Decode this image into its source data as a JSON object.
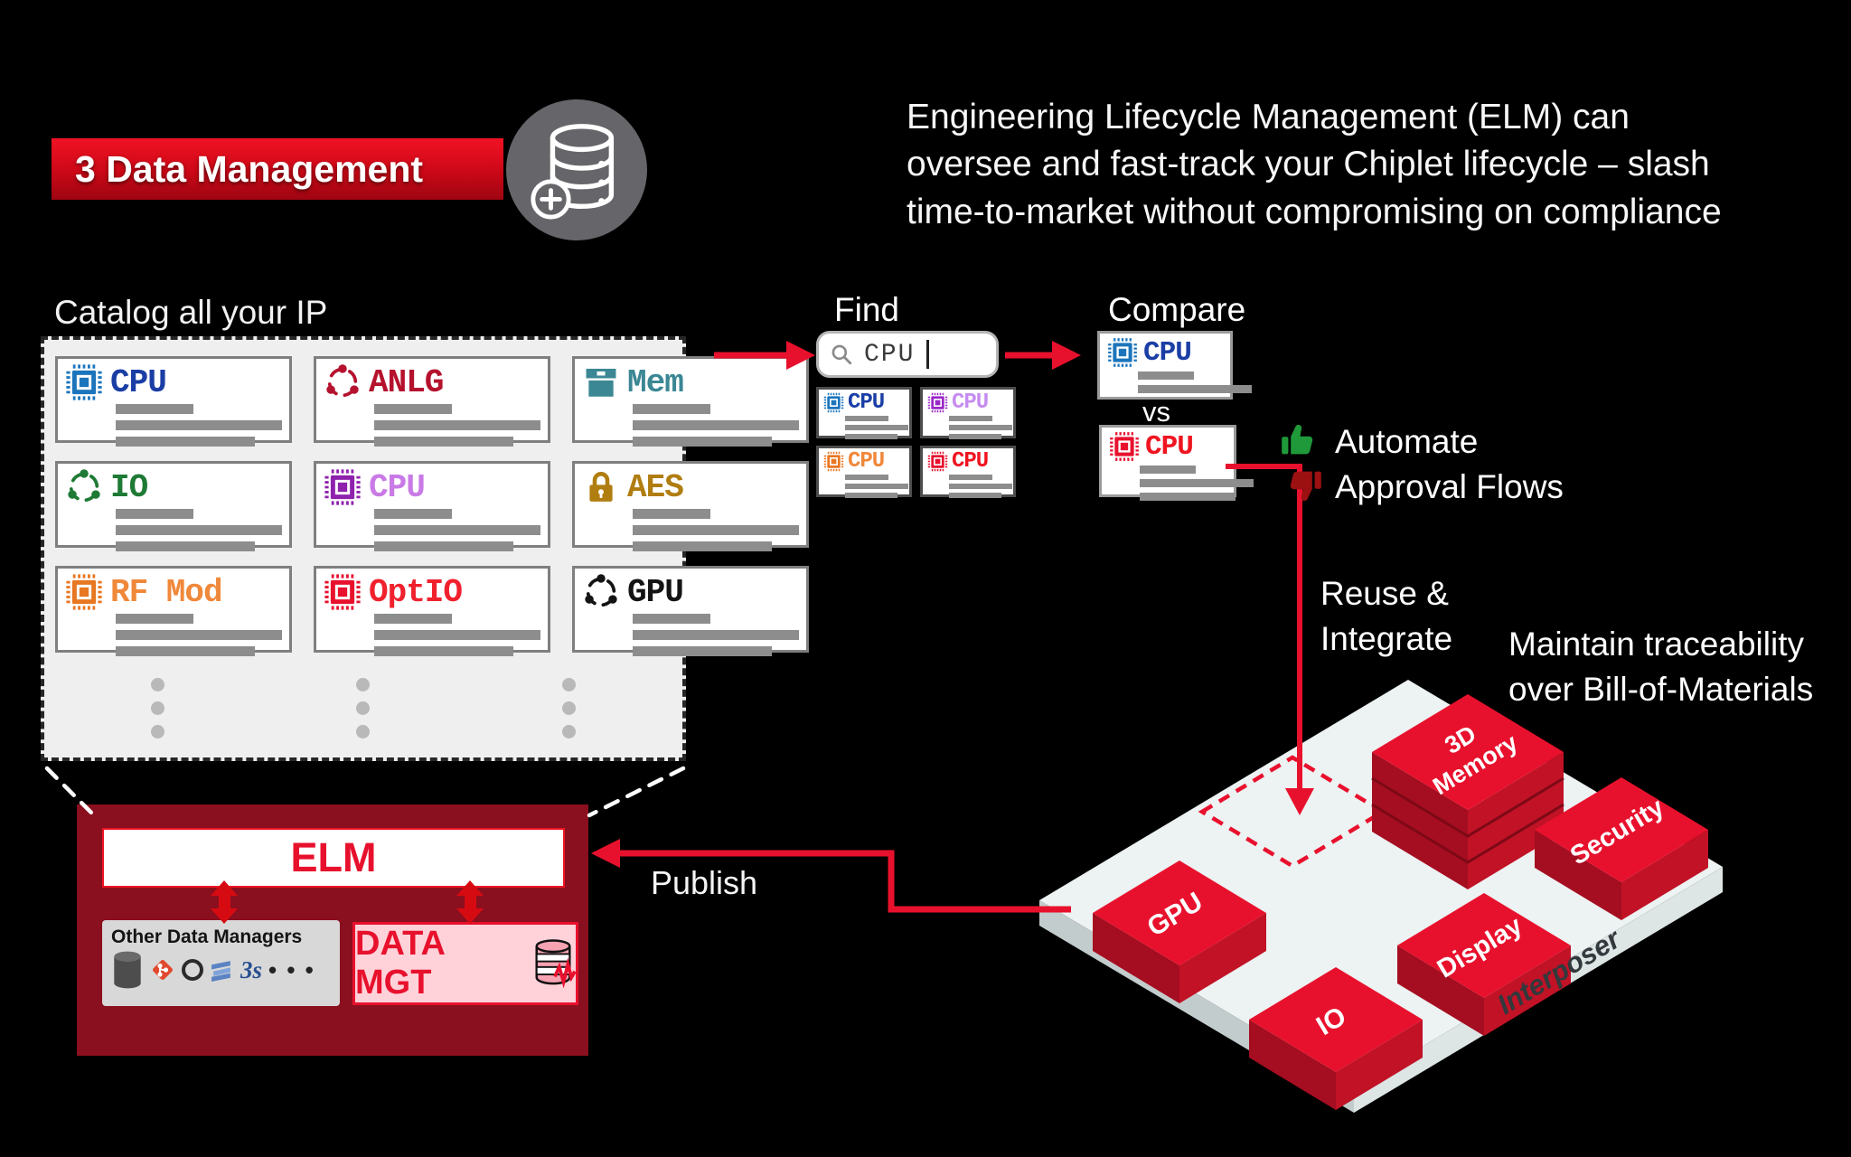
{
  "banner": {
    "label": "3 Data Management"
  },
  "intro": {
    "line1": "Engineering Lifecycle Management (ELM) can",
    "line2": "oversee and fast-track your Chiplet lifecycle – slash",
    "line3": "time-to-market without compromising on compliance"
  },
  "catalog": {
    "title": "Catalog all your IP",
    "cards": [
      {
        "label": "CPU",
        "icon": "chip-icon",
        "style": "--icon:#1c75bc;--label:#1a3ea5"
      },
      {
        "label": "ANLG",
        "icon": "share-icon",
        "style": "--icon:#b5122e;--label:#b5122e"
      },
      {
        "label": "Mem",
        "icon": "box-icon",
        "style": "--icon:#3b8794;--label:#3b8794"
      },
      {
        "label": "IO",
        "icon": "share-icon",
        "style": "--icon:#1e7a34;--label:#1e7a34"
      },
      {
        "label": "CPU",
        "icon": "chip-icon",
        "style": "--icon:#8e22ad;--label:#c97ae6"
      },
      {
        "label": "AES",
        "icon": "lock-icon",
        "style": "--icon:#b07d10;--label:#b07d10"
      },
      {
        "label": "RF Mod",
        "icon": "chip-icon",
        "style": "--icon:#e87722;--label:#f0883a"
      },
      {
        "label": "OptIO",
        "icon": "chip-icon",
        "style": "--icon:#e8112d;--label:#f0212d"
      },
      {
        "label": "GPU",
        "icon": "share-icon",
        "style": "--icon:#141414;--label:#141414"
      }
    ]
  },
  "find": {
    "title": "Find",
    "search_value": "CPU",
    "results": [
      {
        "label": "CPU",
        "style": "--icon:#1c75bc;--label:#1a3ea5"
      },
      {
        "label": "CPU",
        "style": "--icon:#9a27c7;--label:#c58cf0"
      },
      {
        "label": "CPU",
        "style": "--icon:#e87722;--label:#f0883a"
      },
      {
        "label": "CPU",
        "style": "--icon:#e8112d;--label:#ef1420"
      }
    ]
  },
  "compare": {
    "title": "Compare",
    "vs": "vs",
    "card_top": {
      "label": "CPU",
      "style": "--icon:#1c75bc;--label:#1a3ea5"
    },
    "card_bottom": {
      "label": "CPU",
      "style": "--icon:#e8112d;--label:#ef1420"
    }
  },
  "automate": {
    "line1": "Automate",
    "line2": "Approval Flows"
  },
  "reuse": {
    "line1": "Reuse &",
    "line2": "Integrate"
  },
  "maintain": {
    "line1": "Maintain traceability",
    "line2": "over Bill-of-Materials"
  },
  "publish": {
    "label": "Publish"
  },
  "elm": {
    "title": "ELM",
    "other": {
      "title": "Other Data Managers",
      "vendor": "3s",
      "more": "• • •"
    },
    "data_mgt": {
      "label": "DATA MGT"
    }
  },
  "interposer": {
    "label": "Interposer",
    "memory_line1": "3D",
    "memory_line2": "Memory",
    "gpu": "GPU",
    "io": "IO",
    "display": "Display",
    "security": "Security"
  },
  "icons": {
    "banner": "database-add-icon",
    "search": "search-icon",
    "approve": "thumbs-up-icon",
    "reject": "thumbs-down-icon"
  },
  "colors": {
    "accent_red": "#e8112d",
    "maroon": "#8a0f1f",
    "thumb_up_green": "#1f9939",
    "thumb_down_red": "#9b1111",
    "panel_gray": "#efefef"
  }
}
